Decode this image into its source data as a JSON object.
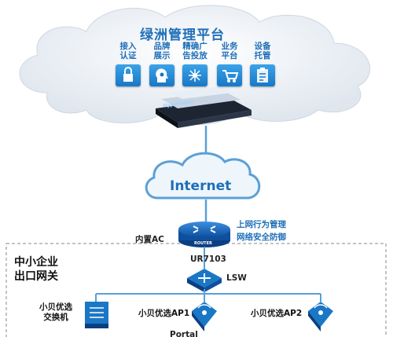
{
  "platform": {
    "title": "绿洲管理平台",
    "modules": [
      {
        "label": "接入\n认证",
        "icon": "lock-icon"
      },
      {
        "label": "品牌\n展示",
        "icon": "head-gear-icon"
      },
      {
        "label": "精确广\n告投放",
        "icon": "target-icon"
      },
      {
        "label": "业务\n平台",
        "icon": "cart-icon"
      },
      {
        "label": "设备\n托管",
        "icon": "clipboard-icon"
      }
    ],
    "server_brand": "Hypervisor"
  },
  "internet": {
    "label": "Internet"
  },
  "router": {
    "ac_label": "内置AC",
    "features": [
      "上网行为管理",
      "网络安全防御"
    ],
    "model": "UR7103",
    "badge": "ROUTER"
  },
  "enterprise": {
    "label": "中小企业\n出口网关"
  },
  "lsw": {
    "label": "LSW"
  },
  "devices": [
    {
      "label": "小贝优选\n交换机"
    },
    {
      "label": "小贝优选AP1"
    },
    {
      "label": "小贝优选AP2"
    }
  ],
  "truncated_label": "Portal",
  "colors": {
    "accent": "#1f6fb8",
    "tile": "#1977c6",
    "line": "#5aa0d8",
    "dashed": "#b0b0b0"
  }
}
